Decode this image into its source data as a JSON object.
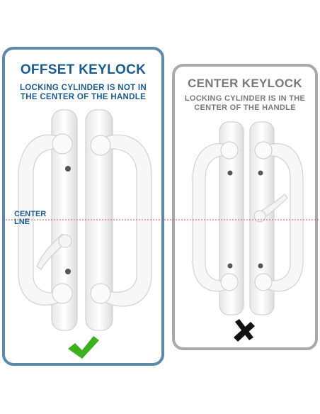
{
  "offset_panel": {
    "title": "OFFSET KEYLOCK",
    "subtitle_line1": "LOCKING CYLINDER IS NOT IN",
    "subtitle_line2": "THE CENTER OF THE HANDLE",
    "border_color": "#5d8aa8",
    "text_color": "#1b5c8f",
    "status_icon": "check-mark-icon",
    "status_color": "#3cb11e"
  },
  "center_panel": {
    "title": "CENTER KEYLOCK",
    "subtitle_line1": "LOCKING CYLINDER IS IN THE",
    "subtitle_line2": "CENTER OF THE HANDLE",
    "border_color": "#a9a9a9",
    "text_color": "#7a7a7a",
    "status_icon": "x-mark-icon",
    "status_color": "#111111"
  },
  "center_line": {
    "label_line1": "CENTER",
    "label_line2": "LNE",
    "color": "#d9534f"
  }
}
